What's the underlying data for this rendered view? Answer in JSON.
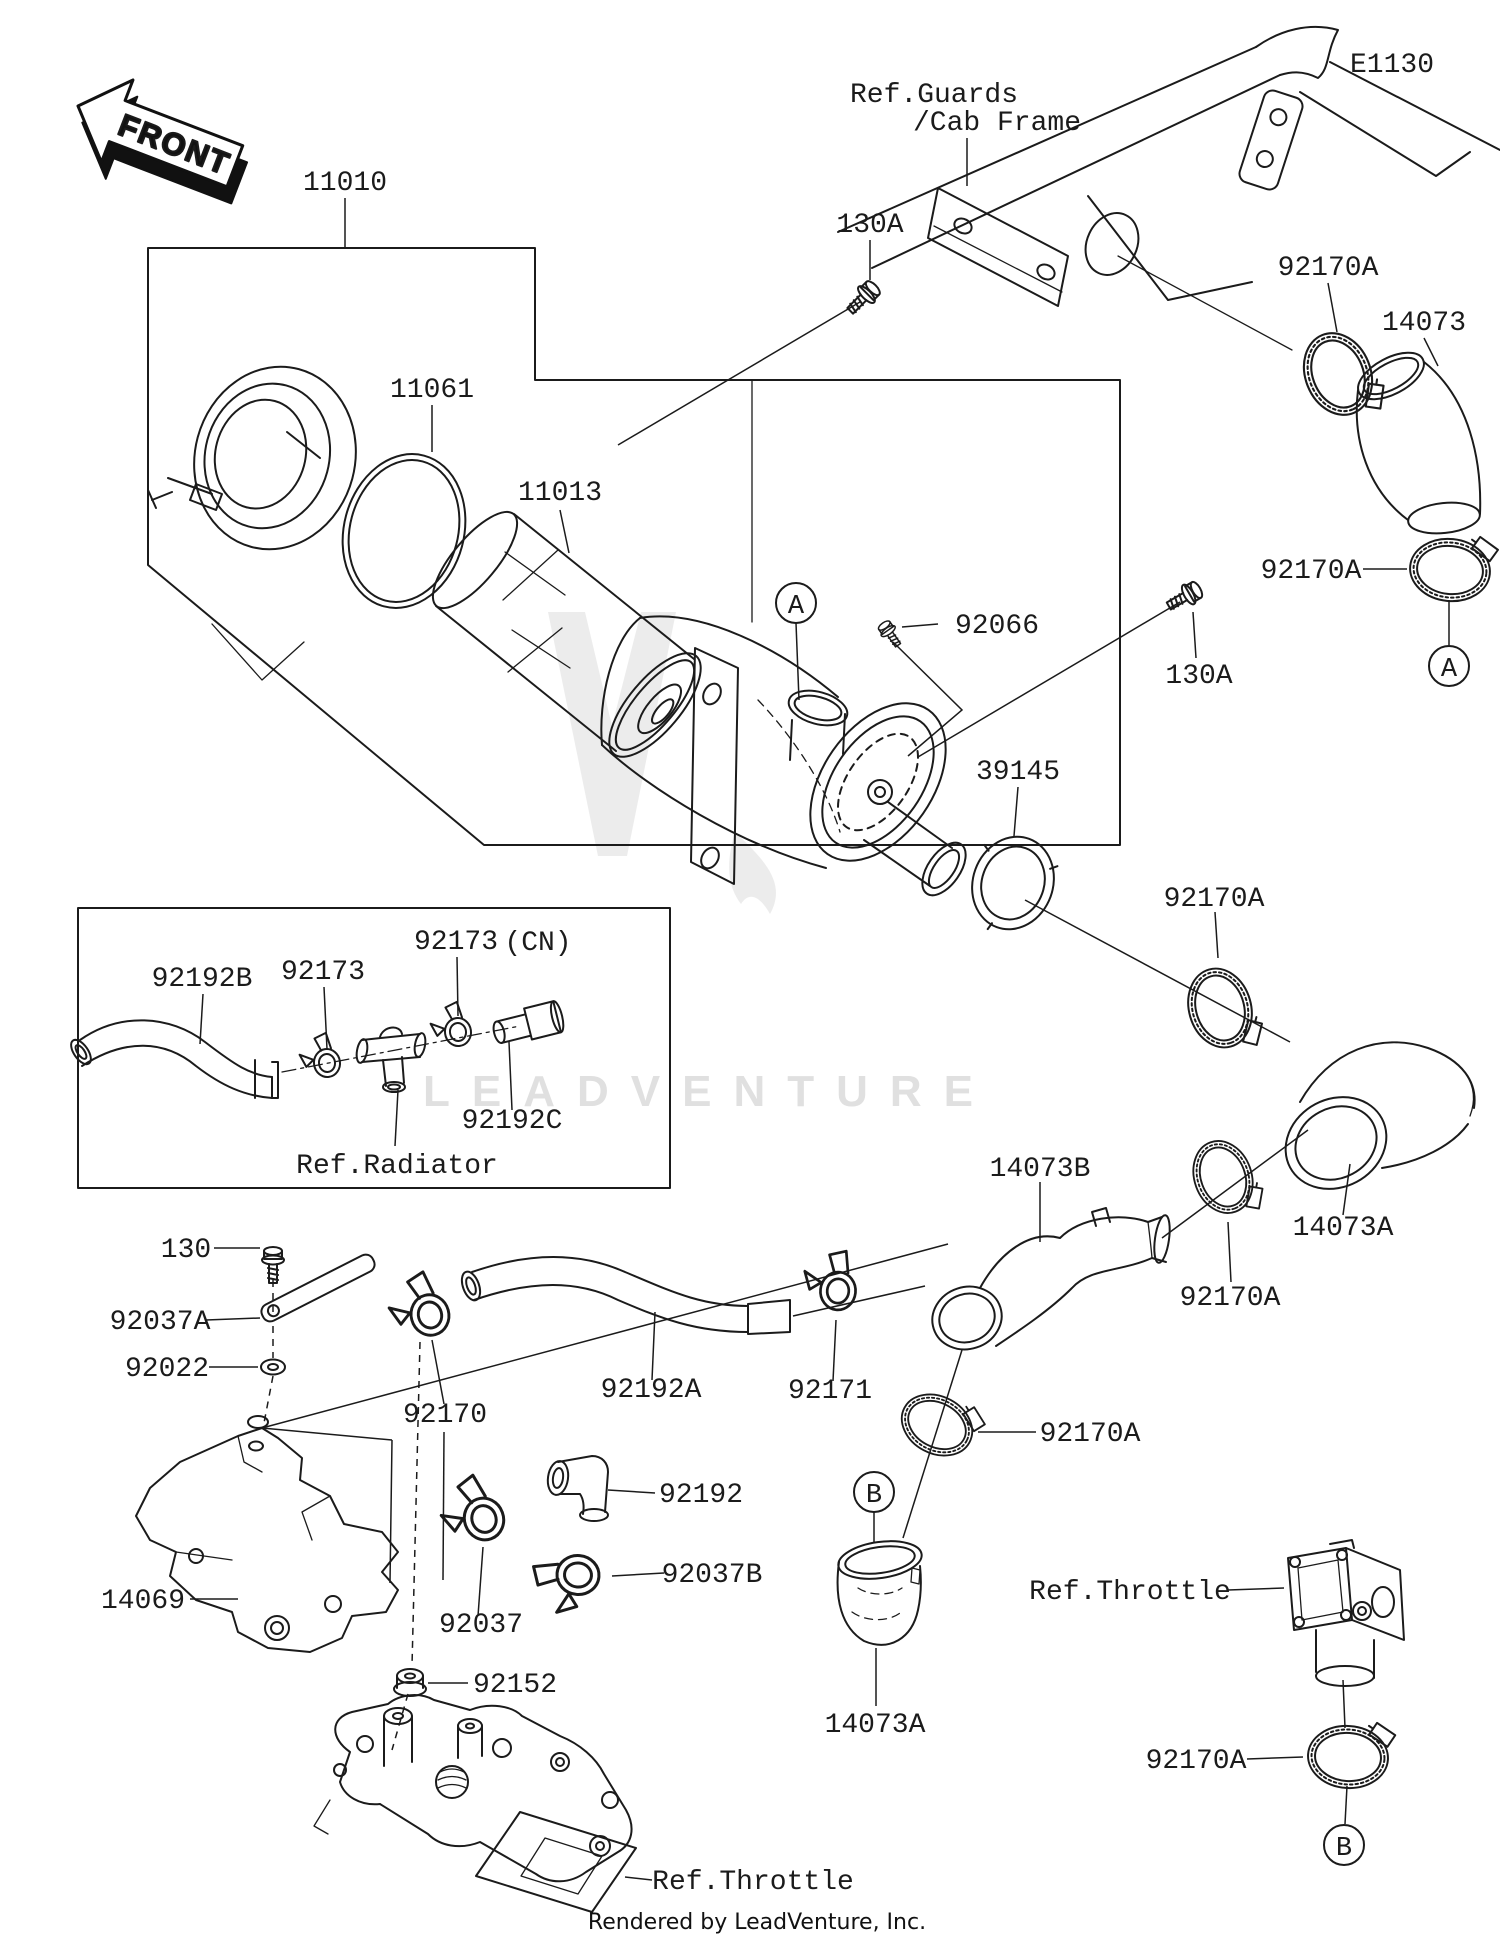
{
  "diagram": {
    "front_marker": "FRONT",
    "watermark": "LEADVENTURE",
    "footer": "Rendered by LeadVenture, Inc.",
    "note_cn": "(CN)",
    "callouts": {
      "a": "A",
      "b": "B"
    },
    "references": {
      "guards1": "Ref.Guards",
      "guards2": "/Cab Frame",
      "frame_code": "E1130",
      "radiator": "Ref.Radiator",
      "throttle": "Ref.Throttle"
    },
    "parts": {
      "p11010": "11010",
      "p11061": "11061",
      "p11013": "11013",
      "p92066": "92066",
      "p130": "130",
      "p130a": "130A",
      "p14073": "14073",
      "p14073a": "14073A",
      "p14073b": "14073B",
      "p39145": "39145",
      "p92170a": "92170A",
      "p92170": "92170",
      "p92171": "92171",
      "p92173": "92173",
      "p92192": "92192",
      "p92192a": "92192A",
      "p92192b": "92192B",
      "p92192c": "92192C",
      "p92022": "92022",
      "p92037": "92037",
      "p92037a": "92037A",
      "p92037b": "92037B",
      "p92152": "92152",
      "p14069": "14069"
    }
  }
}
